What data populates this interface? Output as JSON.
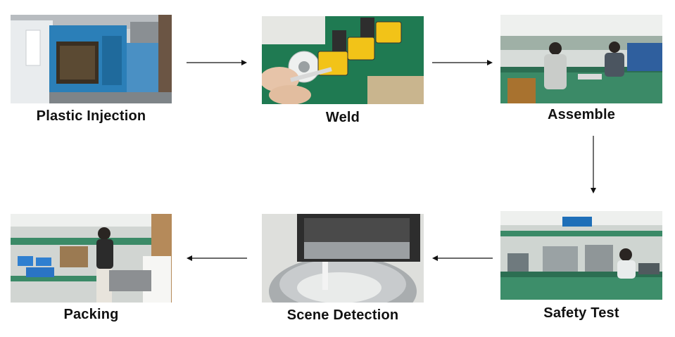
{
  "steps": {
    "plastic_injection": "Plastic Injection",
    "weld": "Weld",
    "assemble": "Assemble",
    "safety_test": "Safety Test",
    "scene_detection": "Scene Detection",
    "packing": "Packing"
  },
  "colors": {
    "arrow": "#111111",
    "label": "#111111",
    "machine_blue": "#2b7fb8",
    "workbench_green": "#2f8a5a",
    "motor_yellow": "#f2c318",
    "kettle_steel": "#bfc3c6"
  },
  "icons": [
    "arrow-right-icon",
    "arrow-down-icon",
    "arrow-left-icon"
  ]
}
